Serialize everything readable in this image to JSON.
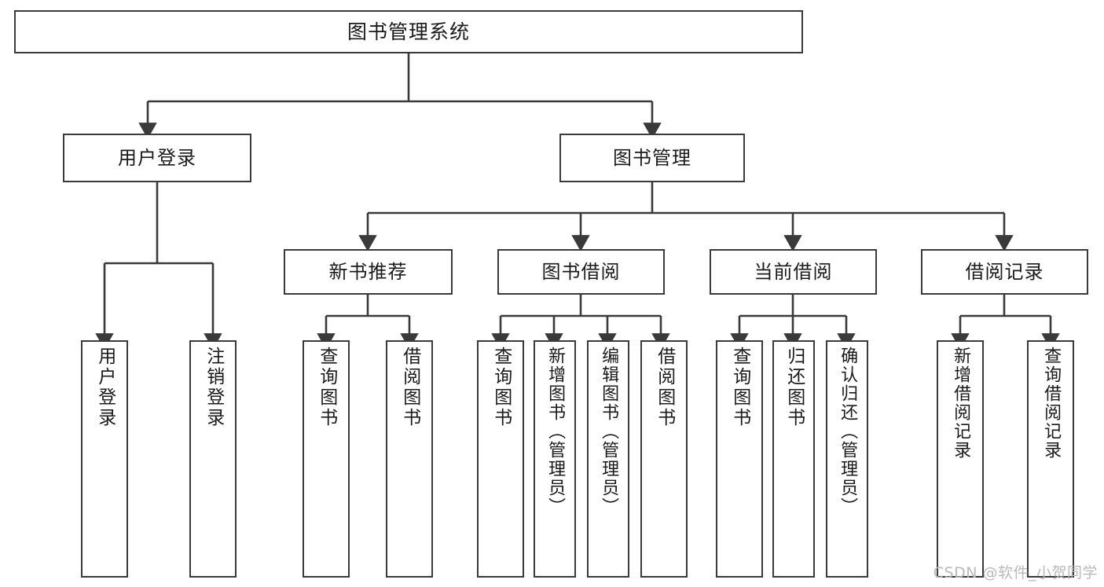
{
  "diagram": {
    "title": "图书管理系统",
    "type": "功能结构图",
    "root": {
      "label": "图书管理系统"
    },
    "level1": [
      {
        "label": "用户登录"
      },
      {
        "label": "图书管理"
      }
    ],
    "level2": [
      {
        "label": "新书推荐"
      },
      {
        "label": "图书借阅"
      },
      {
        "label": "当前借阅"
      },
      {
        "label": "借阅记录"
      }
    ],
    "leaves": {
      "user_login": [
        {
          "label": "用户登录"
        },
        {
          "label": "注销登录"
        }
      ],
      "new_book_recommend": [
        {
          "label": "查询图书"
        },
        {
          "label": "借阅图书"
        }
      ],
      "book_borrow": [
        {
          "label": "查询图书"
        },
        {
          "label": "新增图书（管理员）"
        },
        {
          "label": "编辑图书（管理员）"
        },
        {
          "label": "借阅图书"
        }
      ],
      "current_borrow": [
        {
          "label": "查询图书"
        },
        {
          "label": "归还图书"
        },
        {
          "label": "确认归还（管理员）"
        }
      ],
      "borrow_record": [
        {
          "label": "新增借阅记录"
        },
        {
          "label": "查询借阅记录"
        }
      ]
    }
  },
  "watermark": {
    "text": "CSDN @软件_小贺同学"
  },
  "colors": {
    "border": "#3a3a3a",
    "background": "#ffffff",
    "text": "#1a1a1a",
    "watermark": "#b9b9b9"
  }
}
